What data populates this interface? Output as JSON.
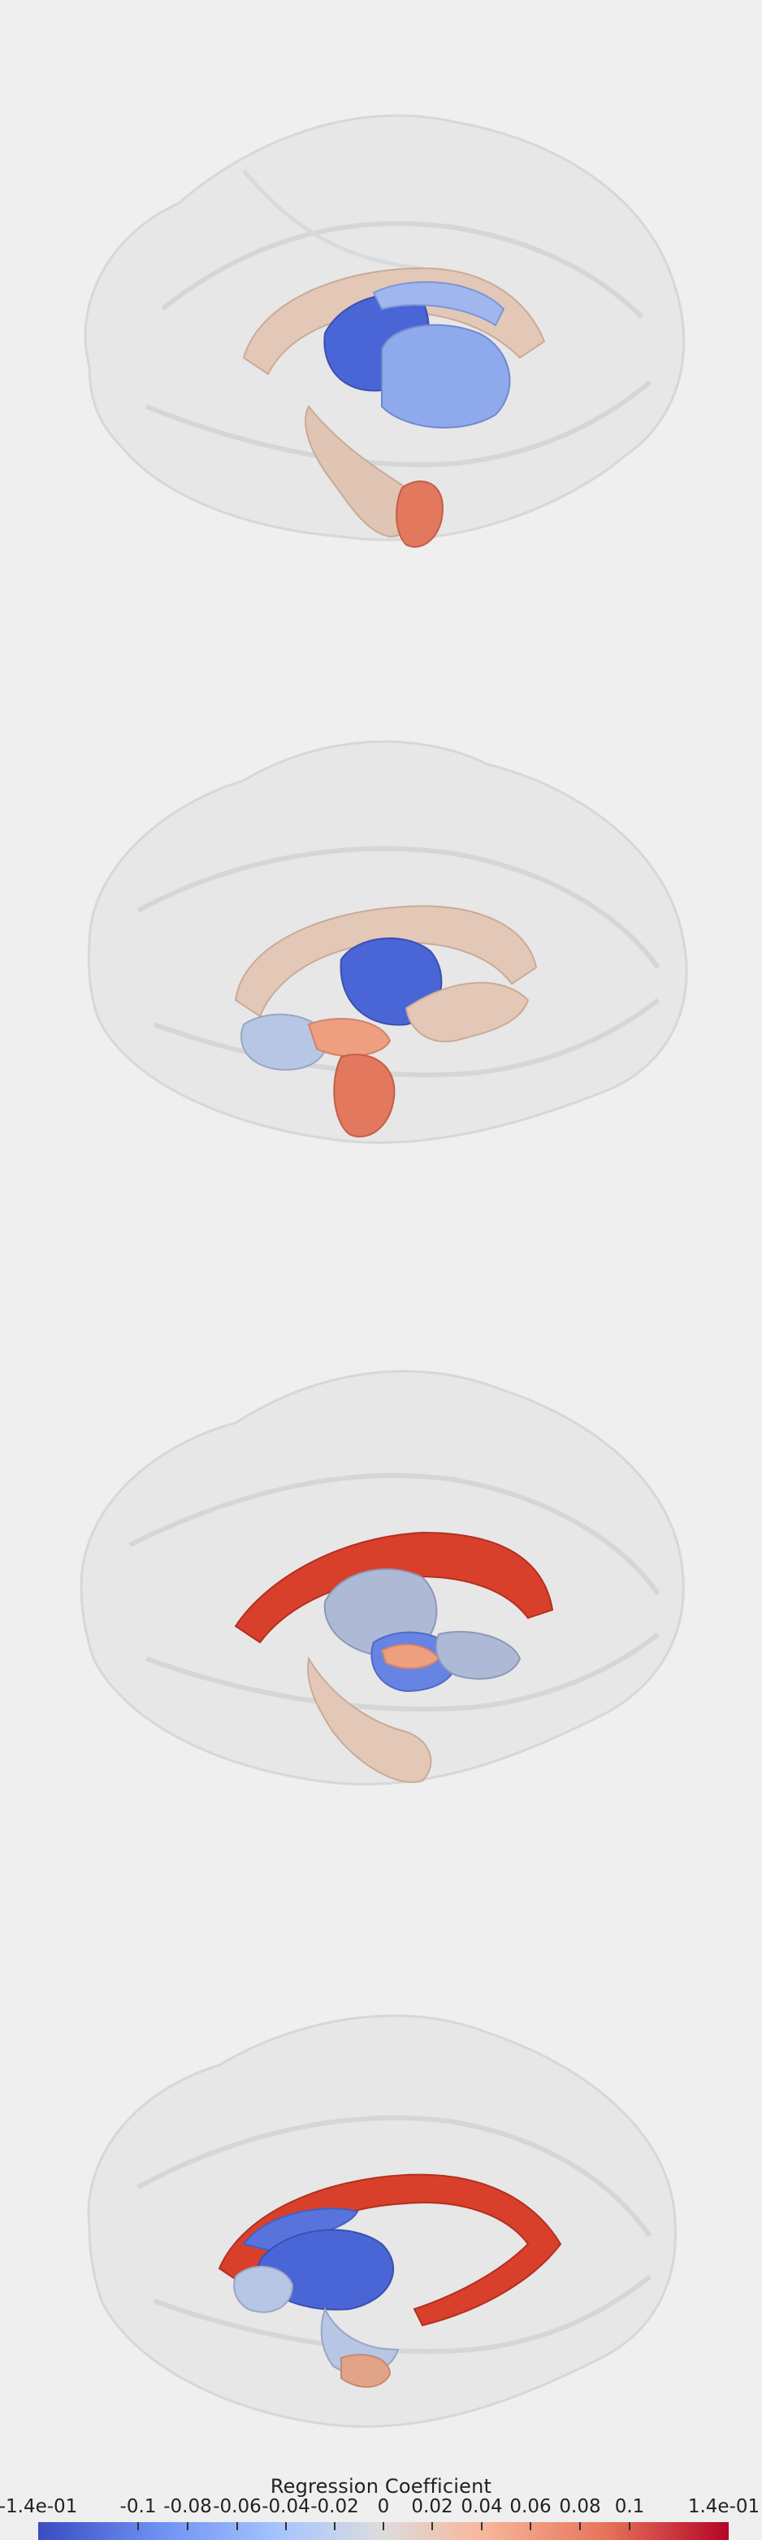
{
  "colorbar": {
    "title": "Regression Coefficient",
    "min_label": "-1.4e-01",
    "max_label": "1.4e-01",
    "ticks": [
      "-0.1",
      "-0.08",
      "-0.06",
      "-0.04",
      "-0.02",
      "0",
      "0.02",
      "0.04",
      "0.06",
      "0.08",
      "0.1"
    ],
    "colormap": [
      "#3b4cc0",
      "#6f92f3",
      "#aac7fd",
      "#dddcdc",
      "#f7b89c",
      "#e7745b",
      "#b40426"
    ]
  },
  "views": [
    {
      "name": "left-lateral"
    },
    {
      "name": "left-medial"
    },
    {
      "name": "right-medial"
    },
    {
      "name": "right-lateral"
    }
  ]
}
